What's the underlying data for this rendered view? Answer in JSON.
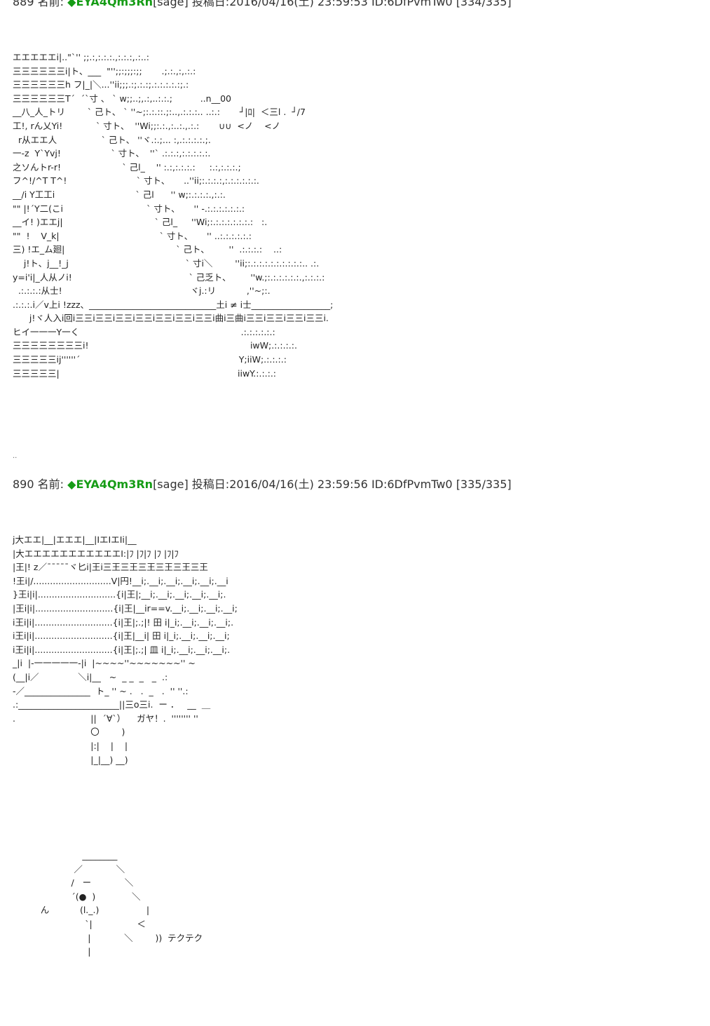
{
  "posts": [
    {
      "number": "889",
      "name_label": "名前:",
      "author": "◆EYA4Qm3Rn",
      "mail": "[sage]",
      "date_label": "投稿日:",
      "date": "2016/04/16(土) 23:59:53",
      "id": "ID:6DfPvmTw0",
      "count": "[334/335]",
      "ascii_art": "エエエエエi|..\"`'' ;;.:,:.:.:.,:.:.:,.:..:\n三三三三三三i|ト、___  \"'';;:;;;:;;       .;.:.,:,.:.:\n三三三三三三h フ|_|＼...''ii;;;.:;.:.:;.:.:.:.:.:;.:\n三三三三三三T´  ´`寸 、 ` w;;..;,.:,..:.:.;          ..n__00\n__八_人_トリ        ` 己ト、 ` ''~;:.:.::.;:..,.:.:.:.. ..:.:       ┘|ﾛ|  ＜三l .  ┘/7\n工!, rん乂Yi!            ` 寸ト、  ''Wi;;:.:.,:..:.,.:.:       ∪∪  <ノ    <ノ\n  r从エエ人                ` 己ト、 ''ヾ.:.;... :,.:.:.:.:.;.\n一-z  Y`Yvj!                  ` 寸ト、  ''` .:.:.:,:.:.:.:.:.\n之ソんトr-r!                      ` 己l_    '' :.:,:.:.:.:     :.:,:.:.:.;\nフ^!/^T T^!                         ` 寸ト、     ..''ii;:.:.:.:,:.:.:.:.:.:.\n__/i Y工工i                             ` 己l      '' w;:.:.:.:.,:.:.\n\"\" |!´Y二(こi                              ` 寸ト、     '' -.:.:.:.:.:.:.:\n__イ! )エエj|                                 ` 己l_     ''Wi;:.:.:.:.:.:.:.:   :.\n\"\"  !    V_k|                                    ` 寸ト、     '' ..:.:.:.:.:.:\n三) !エ_ム廻|                                        ` 己ト、       ''  .:.:.:.:    ..:\n    j!ト、j__!_j                                          ` 寸i＼        ''ii;:.:.:.:.:.:.:.:.:.:.. .:.\ny=i'i|_人从ノi!                                          ` 己乏ト、       ''w.;:.:.:.:.:.:.,:.:.:.:\n  .:.:.:.:从士!                                              ヾj.:リ           ,''~;:.\n.:.:.:.i／v上i !zzz、_____________________________土i ≠ i士__________________;\n      j!ヾ人入i回i三三i三三i三三i三三i三三i三三i三三i曲i三曲i三三i三三i三三i三三i.\nヒイ一一一Y一く                                                          .:.:.:.:.:.:\n三三三三三三三三i!                                                          iwW;.:.:.:.:.\n三三三三三ij''''''´                                                         Y;iiW;.:.:.:.:\n三三三三三|                                                                iiwY.:.:.:.:"
    },
    {
      "number": "890",
      "name_label": "名前:",
      "author": "◆EYA4Qm3Rn",
      "mail": "[sage]",
      "date_label": "投稿日:",
      "date": "2016/04/16(土) 23:59:56",
      "id": "ID:6DfPvmTw0",
      "count": "[335/335]",
      "ascii_art": "j大エエ|__|エエエ|__|IエIエIi|__\n|大エエエエエエエエエエエI:|ﾌ |ﾌ|ﾌ |ﾌ |ﾌ|ﾌ\n|王|! z／¯¯¯¯¯ヾ匕i|王i三王三王三王三王三王三王\n!王i|/............................V|円!__i;.__i;.__i;.__i;.__i;.__i\n}王i|i|............................{i|王|;__i;.__i;.__i;.__i;.__i;.\n|王i|i|............................{i|王|__ir==v.__i;.__i;.__i;.__i;\ni王i|i|............................{i|王|;.;|! 田 i|_i;.__i;.__i;.__i;.\ni王i|i|............................{i|王|__i| 田 i|_i;.__i;.__i;.__i;\ni王i|i|............................{i|王|;.;| 皿 i|_i;.__i;.__i;.__i;.\n_|i  |-一一一一一-|i  |~~~~''~~~~~~~'' ~\n(__|i／              ＼i|__   ~  _ _  _   _  .:\n-／_______________  ト_ '' ~ .   .  _   .  '' ''.:\n.:_______________________||三o三i.  ー ．   __  ＿\n.                           ||  ´∀`）    ガヤ！.  '''''''' ''\n                            〇        )\n                            |:|    |    |\n                            |_|__) __)",
      "ascii_art_2": "                         ________\n                      ／            ＼\n                     /   ー            ＼\n                     ´(●  )             ＼\n          ん           (l._.)                 |\n                          `|                ＜\n                           |            ＼        ))  テクテク\n                           |"
    }
  ],
  "separator": ".."
}
